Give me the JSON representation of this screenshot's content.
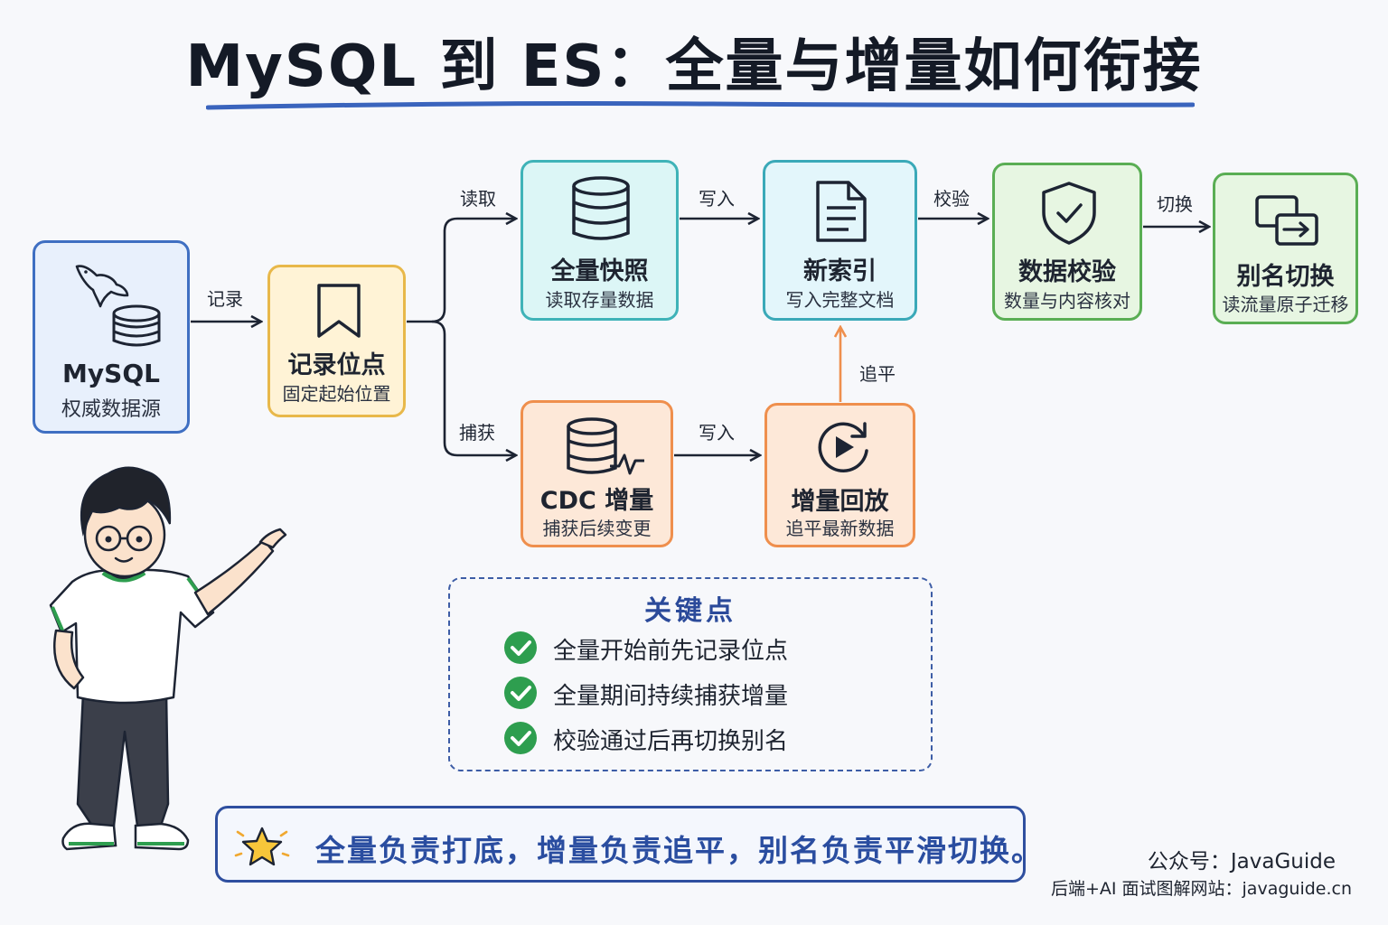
{
  "title": "MySQL 到 ES：全量与增量如何衔接",
  "colors": {
    "title_underline": "#3a64bd",
    "accent_blue": "#3f6fc2",
    "accent_orange": "#ef8f4d",
    "accent_green": "#5aae54",
    "check_green": "#2e9e4f"
  },
  "nodes": {
    "mysql": {
      "icon": "dolphin-database-icon",
      "name": "MySQL",
      "sub": "权威数据源"
    },
    "position": {
      "icon": "bookmark-icon",
      "name": "记录位点",
      "sub": "固定起始位置"
    },
    "snapshot": {
      "icon": "database-icon",
      "name": "全量快照",
      "sub": "读取存量数据"
    },
    "index": {
      "icon": "document-icon",
      "name": "新索引",
      "sub": "写入完整文档"
    },
    "verify": {
      "icon": "shield-check-icon",
      "name": "数据校验",
      "sub": "数量与内容核对"
    },
    "alias": {
      "icon": "switch-windows-icon",
      "name": "别名切换",
      "sub": "读流量原子迁移"
    },
    "cdc": {
      "icon": "database-pulse-icon",
      "name": "CDC 增量",
      "sub": "捕获后续变更"
    },
    "replay": {
      "icon": "replay-icon",
      "name": "增量回放",
      "sub": "追平最新数据"
    }
  },
  "edges": {
    "record": "记录",
    "read": "读取",
    "capture": "捕获",
    "write_snapshot": "写入",
    "write_cdc": "写入",
    "catch_up": "追平",
    "verify": "校验",
    "switch": "切换"
  },
  "key_points": {
    "title": "关键点",
    "items": [
      "全量开始前先记录位点",
      "全量期间持续捕获增量",
      "校验通过后再切换别名"
    ]
  },
  "banner": {
    "icon": "star-icon",
    "text": "全量负责打底，增量负责追平，别名负责平滑切换。"
  },
  "footer": {
    "account": "公众号：JavaGuide",
    "site": "后端+AI 面试图解网站：javaguide.cn"
  }
}
